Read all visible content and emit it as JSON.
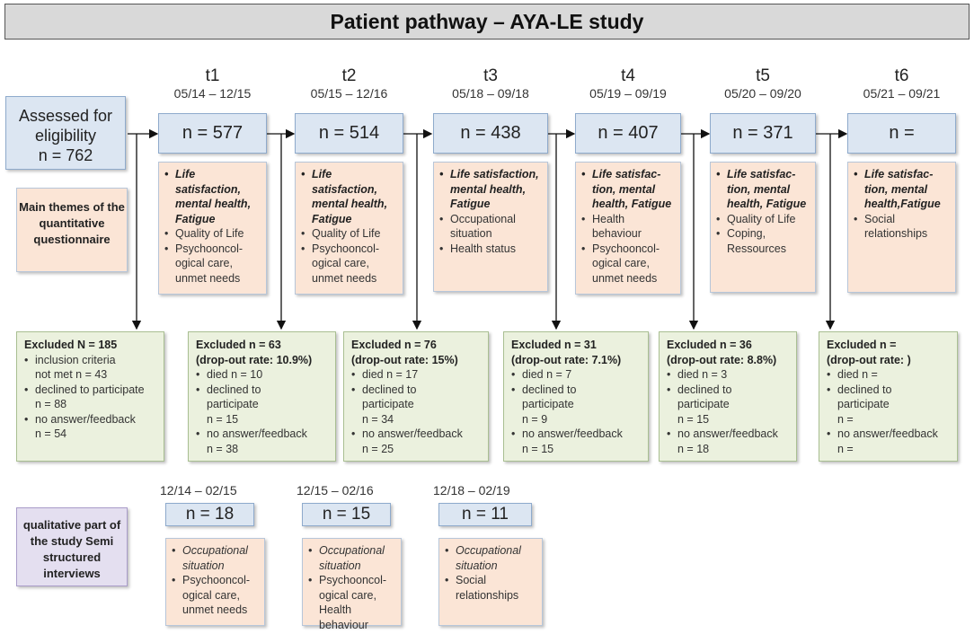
{
  "title": "Patient pathway – AYA-LE study",
  "eligibility": {
    "label": "Assessed for eligibility",
    "n": "n = 762"
  },
  "main_themes_label": "Main themes of the quantitative questionnaire",
  "qualitative_label": "qualitative part of the study Semi structured interviews",
  "timepoints": [
    {
      "label": "t1",
      "dates": "05/14 – 12/15",
      "n": "n = 577",
      "themes_bold": [
        "Life satisfaction, mental health, Fatigue"
      ],
      "themes": [
        "Quality of Life",
        "Psychooncol-\nogical care, unmet needs"
      ]
    },
    {
      "label": "t2",
      "dates": "05/15 – 12/16",
      "n": "n = 514",
      "themes_bold": [
        "Life satisfaction, mental health, Fatigue"
      ],
      "themes": [
        "Quality of Life",
        "Psychooncol-\nogical care, unmet needs"
      ]
    },
    {
      "label": "t3",
      "dates": "05/18 – 09/18",
      "n": "n = 438",
      "themes_bold": [
        "Life satisfaction, mental health, Fatigue"
      ],
      "themes": [
        "Occupational situation",
        "Health status"
      ]
    },
    {
      "label": "t4",
      "dates": "05/19 – 09/19",
      "n": "n = 407",
      "themes_bold": [
        "Life satisfac-\ntion, mental health, Fatigue"
      ],
      "themes": [
        "Health behaviour",
        "Psychooncol-\nogical care, unmet needs"
      ]
    },
    {
      "label": "t5",
      "dates": "05/20 – 09/20",
      "n": "n = 371",
      "themes_bold": [
        "Life satisfac-\ntion, mental health, Fatigue"
      ],
      "themes": [
        "Quality of Life",
        "Coping, Ressources"
      ]
    },
    {
      "label": "t6",
      "dates": "05/21 – 09/21",
      "n": "n =",
      "themes_bold": [
        "Life satisfac-\ntion, mental health,Fatigue"
      ],
      "themes": [
        "Social relationships"
      ]
    }
  ],
  "excluded": [
    {
      "head": "Excluded N = 185",
      "rate": "",
      "items": [
        "inclusion criteria\nnot met n = 43",
        "declined to participate\nn = 88",
        "no answer/feedback\nn = 54"
      ]
    },
    {
      "head": "Excluded n = 63",
      "rate": "(drop-out rate: 10.9%)",
      "items": [
        "died n = 10",
        "declined to\nparticipate\nn = 15",
        "no answer/feedback\nn = 38"
      ]
    },
    {
      "head": "Excluded n = 76",
      "rate": "(drop-out rate: 15%)",
      "items": [
        "died n = 17",
        "declined to\nparticipate\nn = 34",
        "no answer/feedback\nn = 25"
      ]
    },
    {
      "head": "Excluded n = 31",
      "rate": "(drop-out rate: 7.1%)",
      "items": [
        "died n = 7",
        "declined to\nparticipate\nn = 9",
        "no answer/feedback\nn = 15"
      ]
    },
    {
      "head": "Excluded n = 36",
      "rate": "(drop-out rate: 8.8%)",
      "items": [
        "died n = 3",
        "declined to\nparticipate\nn = 15",
        "no answer/feedback\nn = 18"
      ]
    },
    {
      "head": "Excluded n =",
      "rate": "(drop-out rate: )",
      "items": [
        "died n =",
        "declined to\nparticipate\nn =",
        "no answer/feedback\nn ="
      ]
    }
  ],
  "qualitative": [
    {
      "dates": "12/14 – 02/15",
      "n": "n = 18",
      "themes_italic": [
        "Occupational situation"
      ],
      "themes": [
        "Psychooncol-\nogical care, unmet needs"
      ]
    },
    {
      "dates": "12/15 – 02/16",
      "n": "n = 15",
      "themes_italic": [
        "Occupational situation"
      ],
      "themes": [
        "Psychooncol-\nogical care, Health behaviour"
      ]
    },
    {
      "dates": "12/18 – 02/19",
      "n": "n = 11",
      "themes_italic": [
        "Occupational situation"
      ],
      "themes": [
        "Social relationships"
      ]
    }
  ]
}
